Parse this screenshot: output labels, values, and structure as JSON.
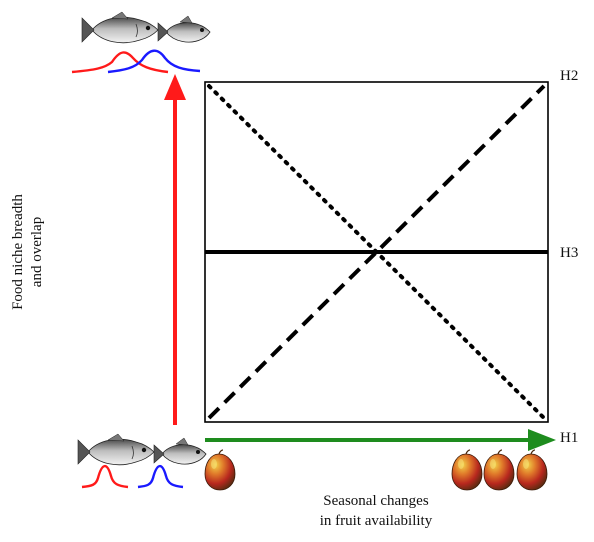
{
  "diagram": {
    "y_axis_label_line1": "Food niche breadth",
    "y_axis_label_line2": "and overlap",
    "x_axis_label_line1": "Seasonal changes",
    "x_axis_label_line2": "in fruit availability",
    "hypotheses": [
      {
        "id": "H1",
        "label": "H1"
      },
      {
        "id": "H2",
        "label": "H2"
      },
      {
        "id": "H3",
        "label": "H3"
      }
    ],
    "colors": {
      "y_arrow": "#ff1a1a",
      "x_arrow": "#1e8c1e",
      "fish_a_curve": "#ff1a1a",
      "fish_b_curve": "#1a1aff",
      "frame": "#000000"
    },
    "icons": [
      "fish-icon",
      "fruit-icon"
    ]
  }
}
